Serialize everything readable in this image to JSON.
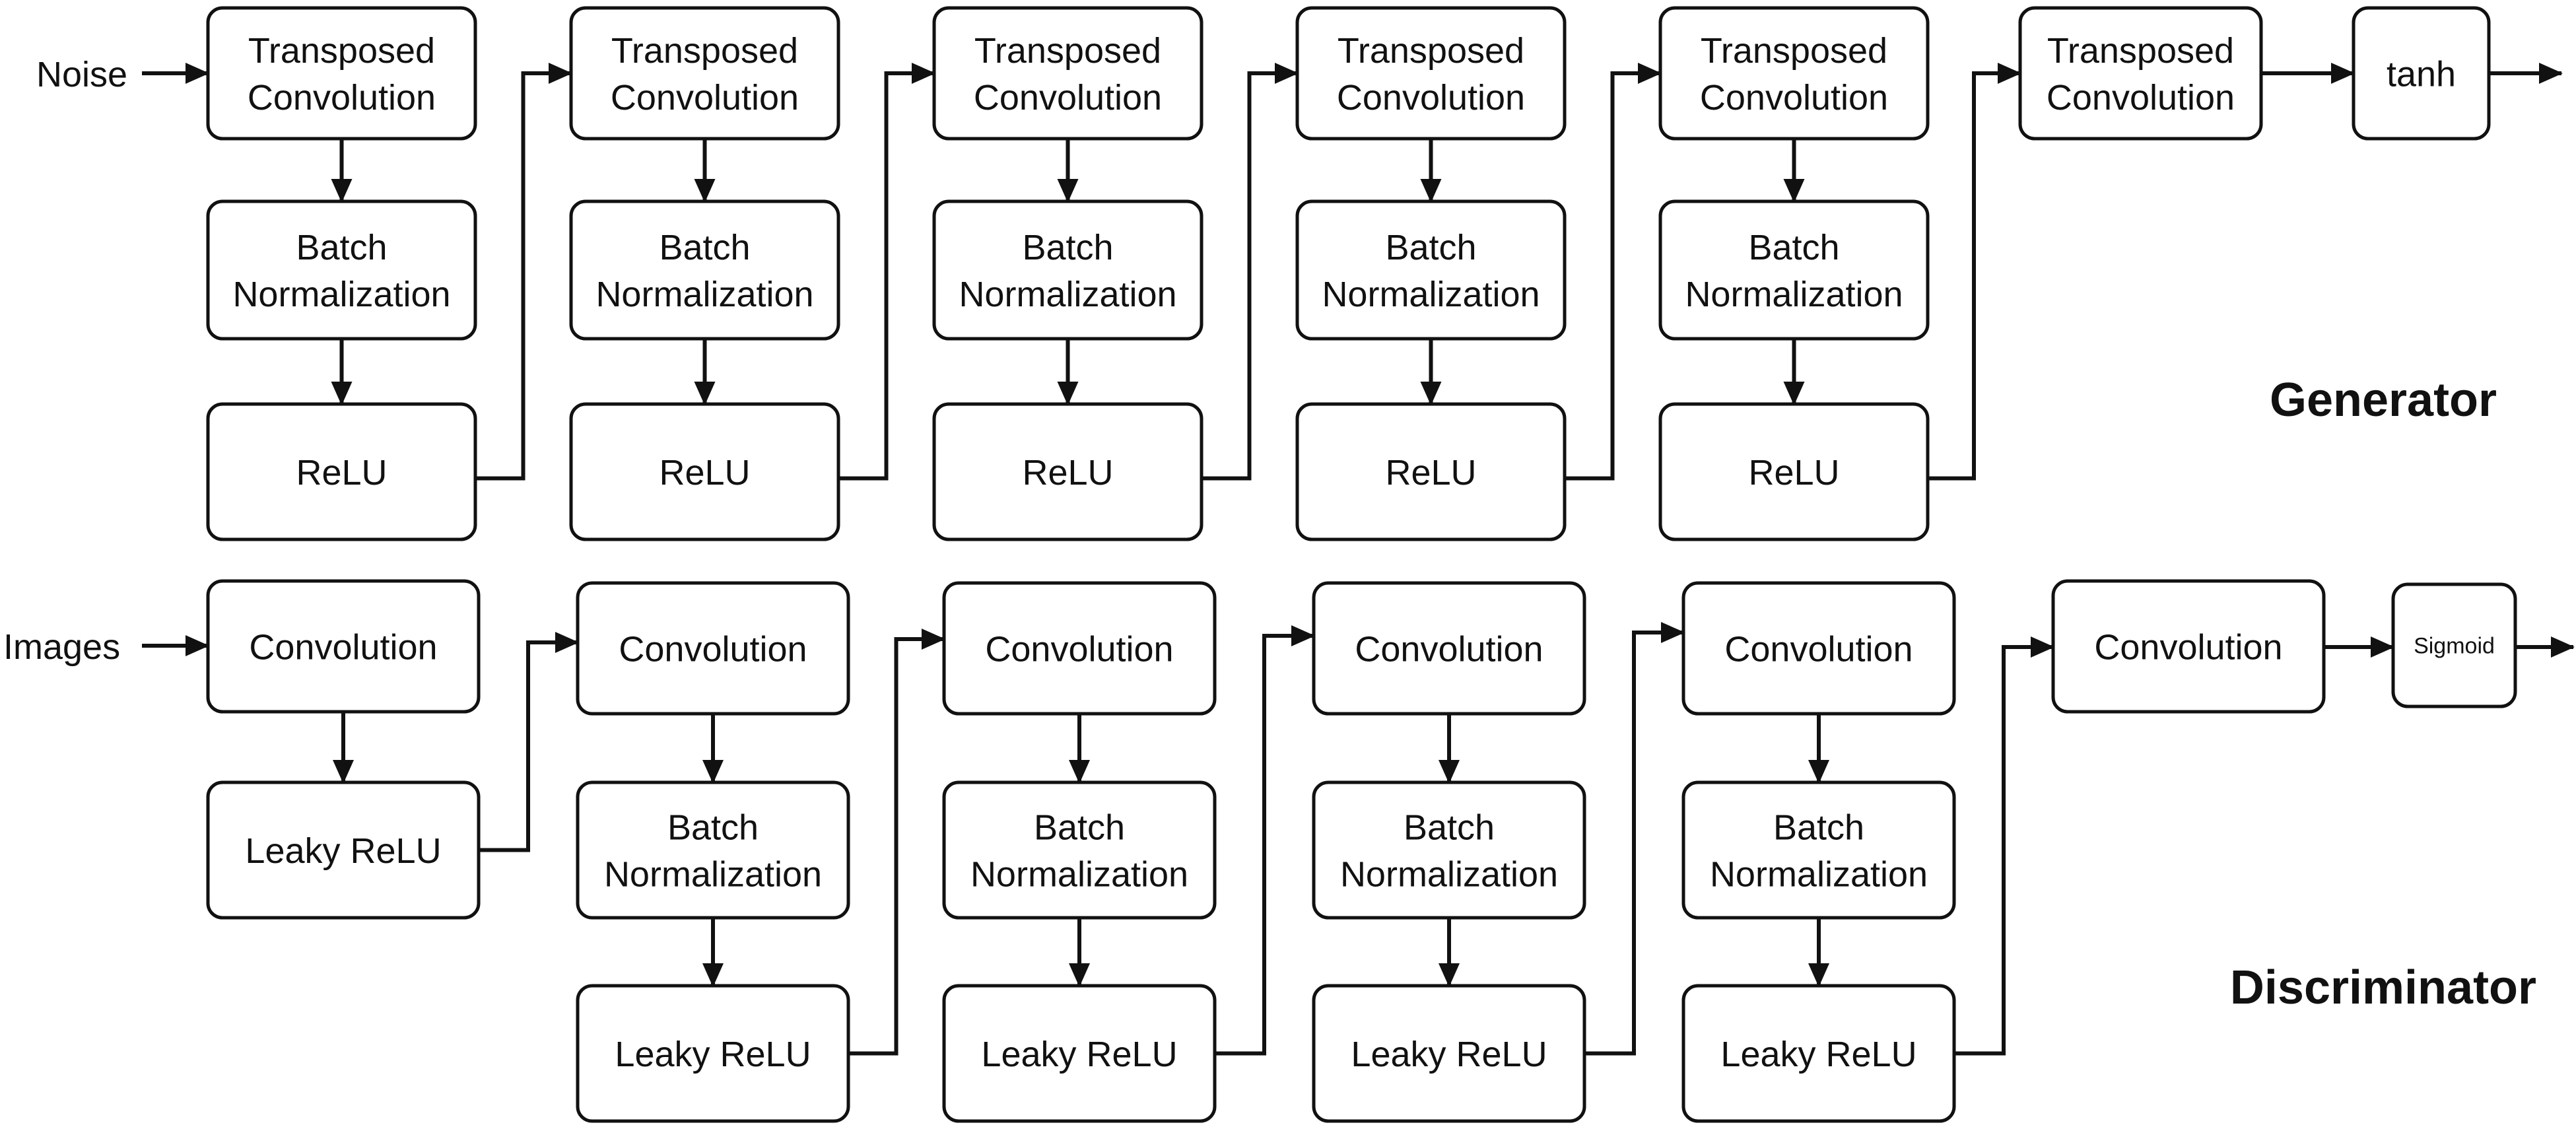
{
  "generator": {
    "title": "Generator",
    "input_label": "Noise",
    "blocks": [
      [
        "Transposed Convolution",
        "Batch Normalization",
        "ReLU"
      ],
      [
        "Transposed Convolution",
        "Batch Normalization",
        "ReLU"
      ],
      [
        "Transposed Convolution",
        "Batch Normalization",
        "ReLU"
      ],
      [
        "Transposed Convolution",
        "Batch Normalization",
        "ReLU"
      ],
      [
        "Transposed Convolution",
        "Batch Normalization",
        "ReLU"
      ]
    ],
    "final_layer": "Transposed Convolution",
    "activation": "tanh"
  },
  "discriminator": {
    "title": "Discriminator",
    "input_label": "Images",
    "blocks": [
      [
        "Convolution",
        "Leaky ReLU"
      ],
      [
        "Convolution",
        "Batch Normalization",
        "Leaky ReLU"
      ],
      [
        "Convolution",
        "Batch Normalization",
        "Leaky ReLU"
      ],
      [
        "Convolution",
        "Batch Normalization",
        "Leaky ReLU"
      ],
      [
        "Convolution",
        "Batch Normalization",
        "Leaky ReLU"
      ]
    ],
    "final_layer": "Convolution",
    "activation": "Sigmoid"
  },
  "colors": {
    "stroke": "#111111",
    "text": "#111111",
    "background": "#ffffff"
  }
}
